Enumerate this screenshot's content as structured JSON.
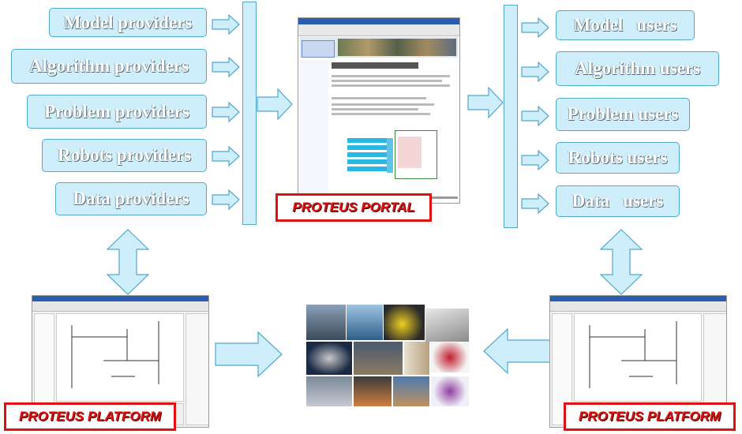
{
  "providers": [
    "Model providers",
    "Algorithm providers",
    "Problem providers",
    "Robots providers",
    "Data providers"
  ],
  "users": [
    "Model   users",
    "Algorithm users",
    "Problem users",
    "Robots users",
    "Data   users"
  ],
  "portal_label": "PROTEUS PORTAL",
  "platform_label_left": "PROTEUS PLATFORM",
  "platform_label_right": "PROTEUS PLATFORM",
  "colors": {
    "box_fill": "#cfeefb",
    "box_border": "#4fa7cf",
    "label_red": "#e01010"
  }
}
